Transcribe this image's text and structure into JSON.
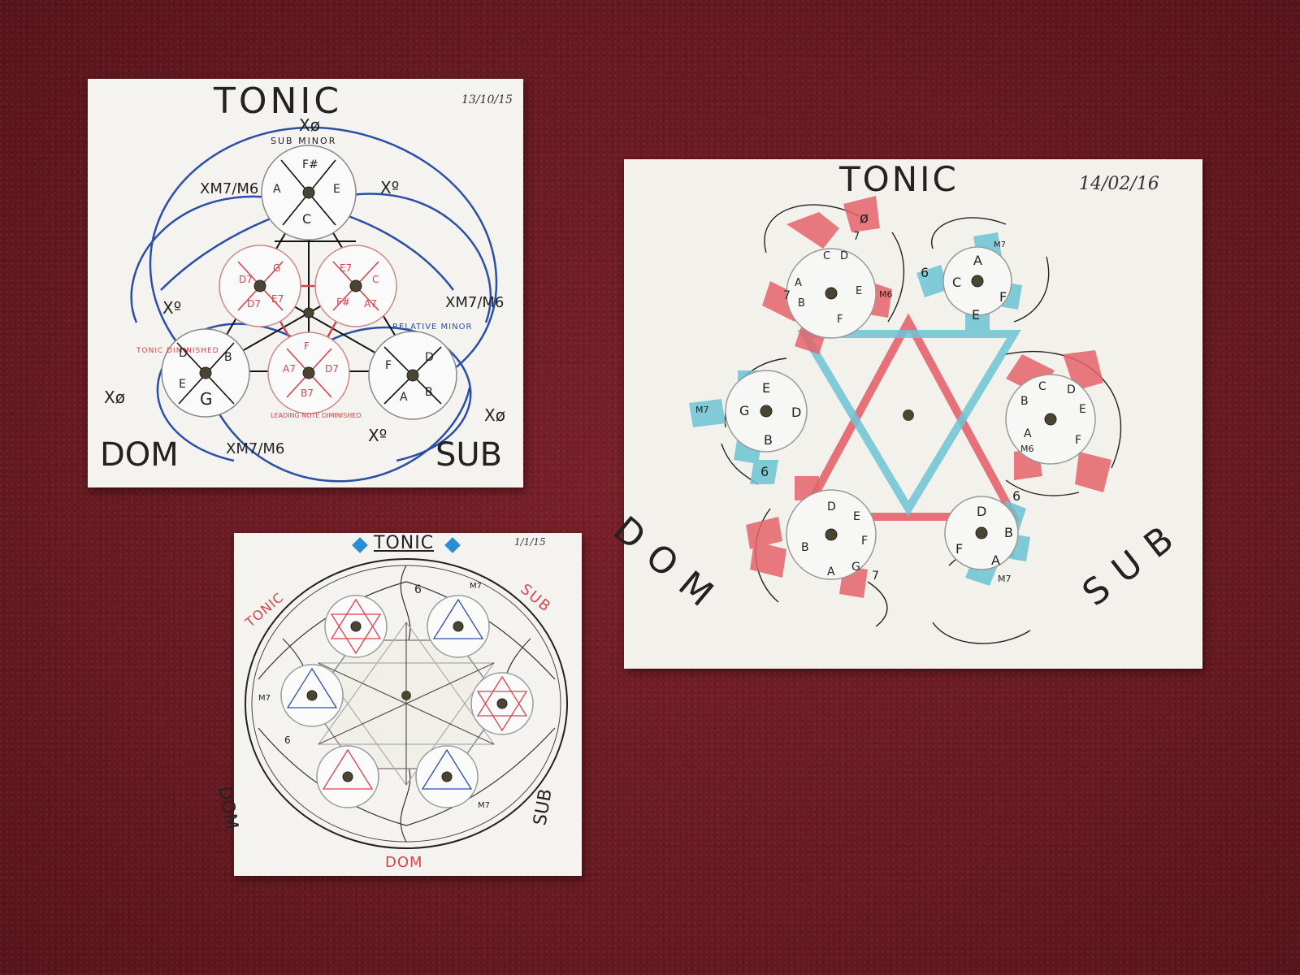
{
  "cards": {
    "top_left": {
      "title": "TONIC",
      "date": "13/10/15",
      "corner_left": "DOM",
      "corner_right": "SUB",
      "labels": {
        "top_chord": "Xø",
        "right_top": "Xº",
        "left_top": "XM7/M6",
        "left_mid": "Xº",
        "right_mid": "XM7/M6",
        "left_bottom": "Xø",
        "right_bottom": "Xø",
        "bottom_mid": "XM7/M6",
        "bottom_right": "Xº"
      },
      "arc_texts": [
        "SUB MINOR",
        "RELATIVE MINOR",
        "TONIC DIMINISHED",
        "LEADING NOTE DIMINISHED"
      ],
      "wheels": [
        {
          "notes": [
            "F#",
            "E",
            "C",
            "A"
          ]
        },
        {
          "notes": [
            "G",
            "E7",
            "D7",
            "D7"
          ]
        },
        {
          "notes": [
            "C",
            "E7",
            "A7",
            "F#"
          ]
        },
        {
          "notes": [
            "D",
            "E",
            "G",
            "B"
          ]
        },
        {
          "notes": [
            "F",
            "D7",
            "B7",
            "A7"
          ]
        },
        {
          "notes": [
            "D",
            "F",
            "B",
            "A"
          ]
        }
      ]
    },
    "right": {
      "title": "TONIC",
      "date": "14/02/16",
      "corner_left": "DOM",
      "corner_right": "SUB",
      "chord_tags": [
        "7",
        "ø",
        "M7",
        "6",
        "M6",
        "7",
        "M7",
        "6",
        "M6",
        "7",
        "6",
        "M7"
      ],
      "wheels": [
        {
          "color": "red",
          "notes": [
            "C",
            "D",
            "E",
            "F",
            "A",
            "B"
          ]
        },
        {
          "color": "blue",
          "notes": [
            "A",
            "C",
            "E",
            "F"
          ]
        },
        {
          "color": "blue",
          "notes": [
            "E",
            "G",
            "D",
            "B"
          ]
        },
        {
          "color": "red",
          "notes": [
            "B",
            "C",
            "D",
            "E",
            "F",
            "A"
          ]
        },
        {
          "color": "red",
          "notes": [
            "D",
            "E",
            "F",
            "G",
            "A",
            "B"
          ]
        },
        {
          "color": "blue",
          "notes": [
            "D",
            "B",
            "A",
            "F"
          ]
        }
      ]
    },
    "bottom_left": {
      "title": "TONIC",
      "date": "1/1/15",
      "corner_top_left": "TONIC",
      "corner_top_right": "SUB",
      "corner_bottom_left": "DOM",
      "corner_bottom_right": "SUB",
      "bottom_label": "DOM",
      "tags": [
        "M7",
        "6",
        "M7",
        "6",
        "M7"
      ]
    }
  },
  "colors": {
    "carpet": "#6e1b22",
    "paper": "#f4f3ef",
    "blue_ink": "#2a4fa8",
    "red_ink": "#d8434d",
    "cyan_marker": "#6cc4d4",
    "red_marker": "#e4636b"
  }
}
